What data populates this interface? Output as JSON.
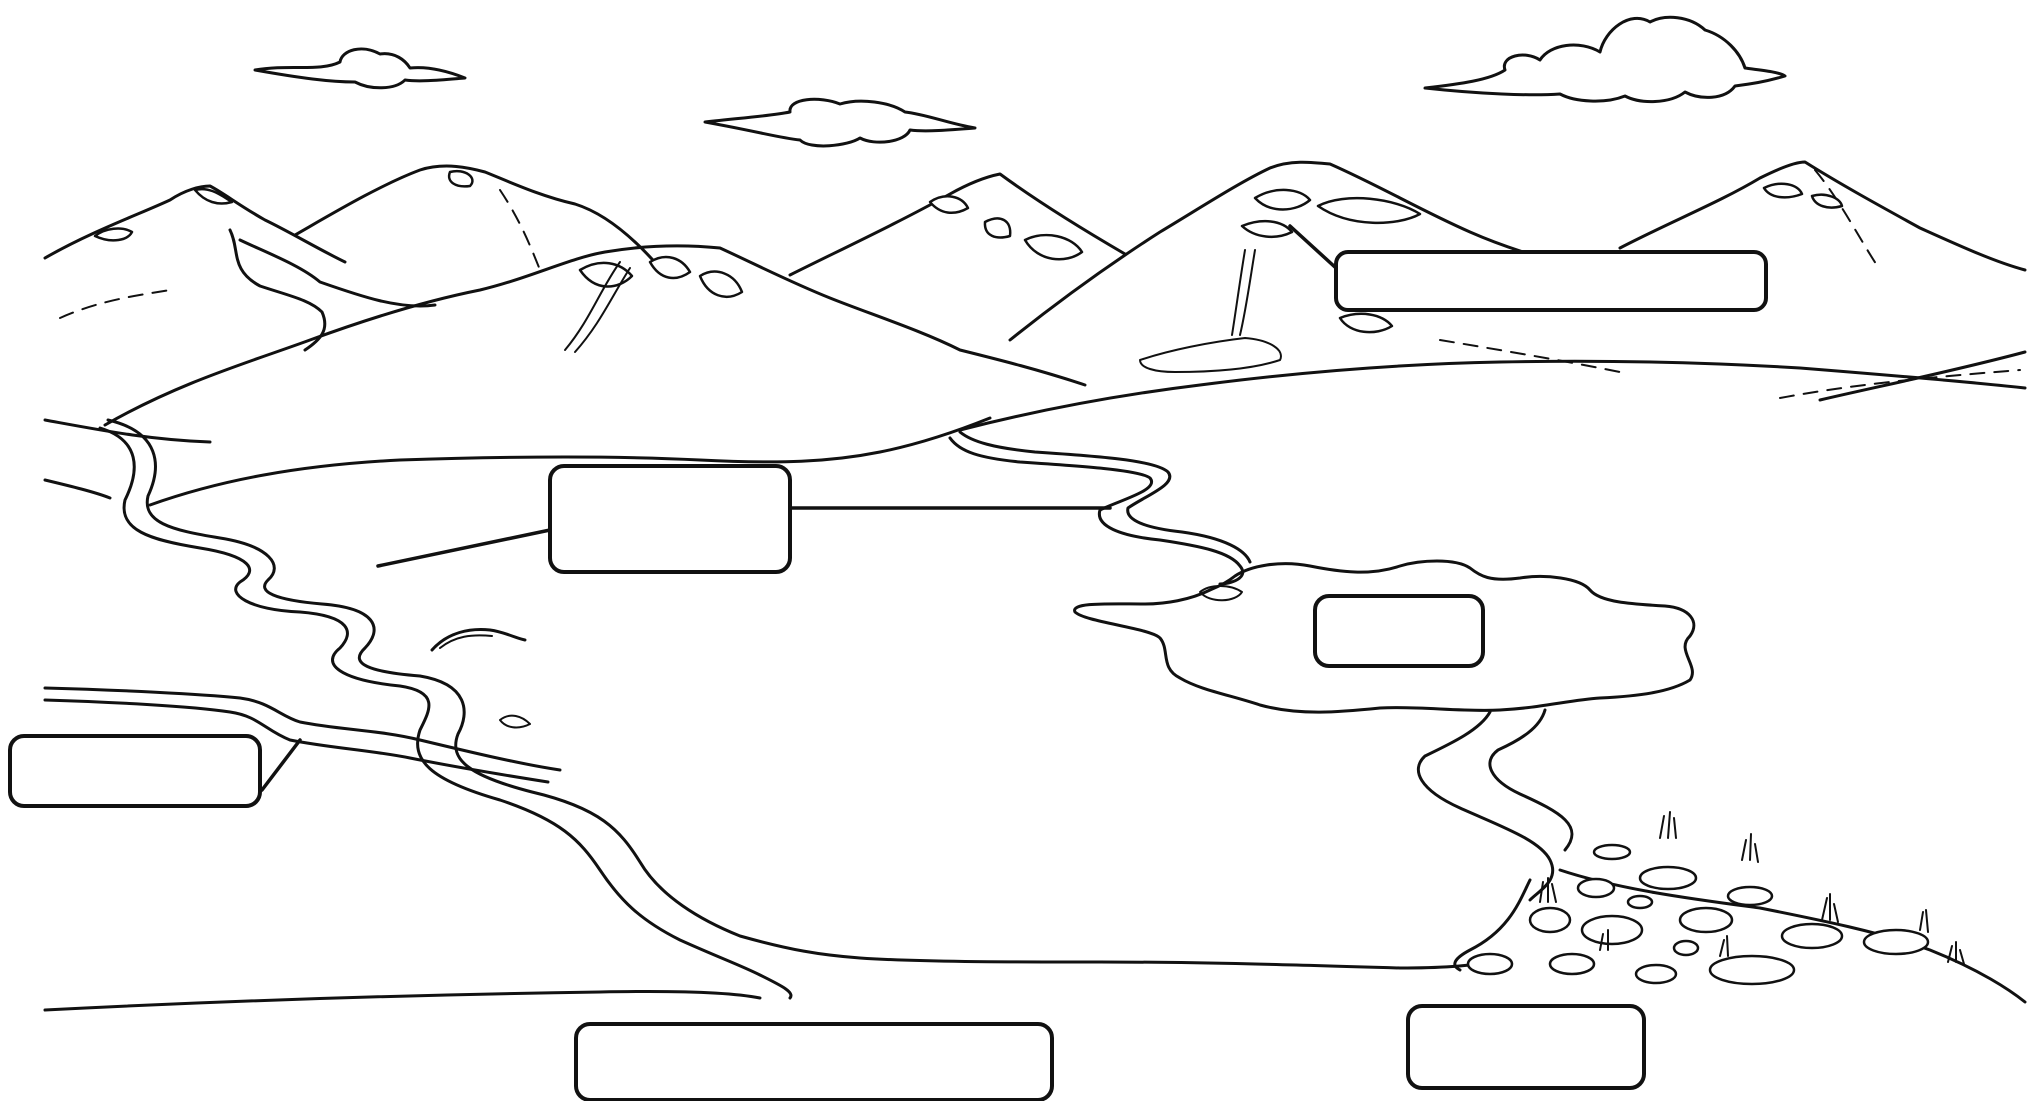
{
  "diagram": {
    "labels": [
      {
        "id": "source",
        "text": ""
      },
      {
        "id": "meander",
        "text": ""
      },
      {
        "id": "lake",
        "text": ""
      },
      {
        "id": "tributary",
        "text": ""
      },
      {
        "id": "mouth",
        "text": ""
      },
      {
        "id": "delta",
        "text": ""
      }
    ]
  }
}
